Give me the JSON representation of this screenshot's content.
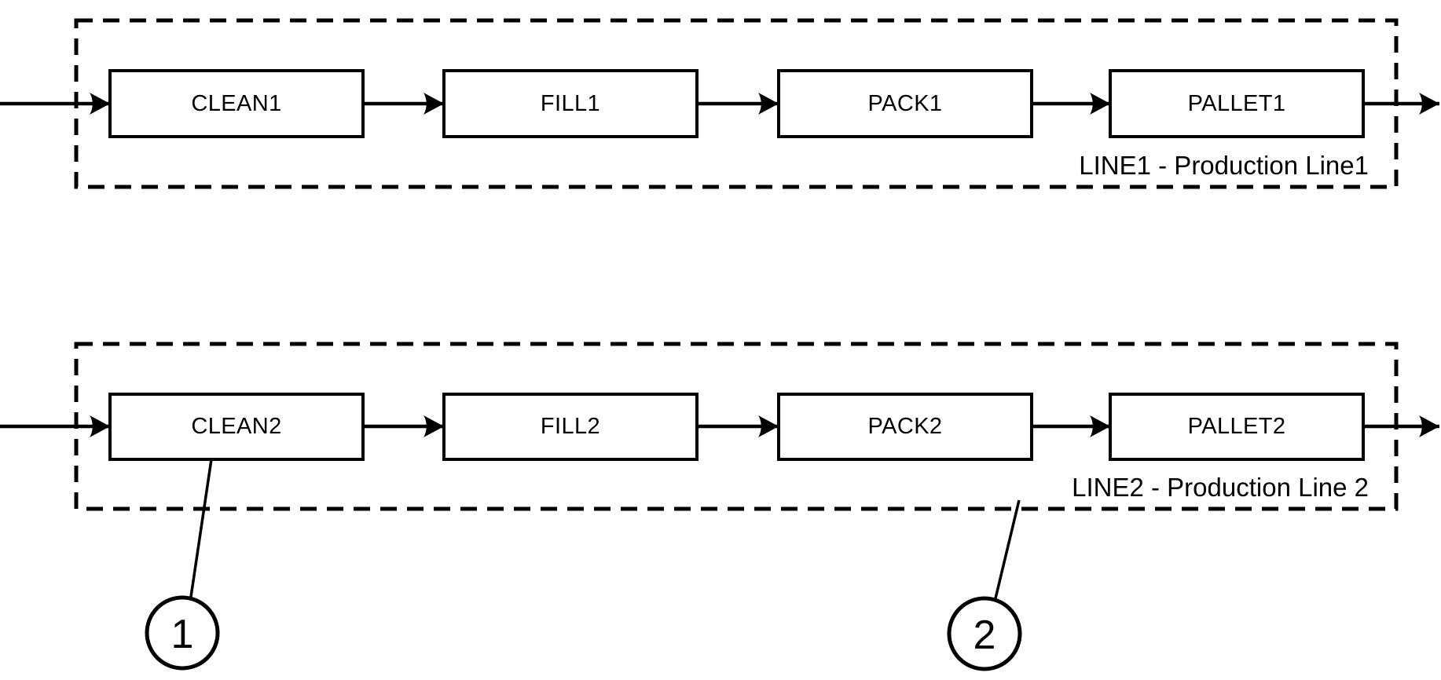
{
  "diagram": {
    "type": "production-flow-diagram",
    "colors": {
      "stroke": "#000000",
      "background": "#ffffff"
    },
    "lines": [
      {
        "label": "LINE1 - Production Line1",
        "stations": [
          "CLEAN1",
          "FILL1",
          "PACK1",
          "PALLET1"
        ]
      },
      {
        "label": "LINE2 - Production Line 2",
        "stations": [
          "CLEAN2",
          "FILL2",
          "PACK2",
          "PALLET2"
        ]
      }
    ],
    "callouts": [
      {
        "number": "1",
        "points_to": "CLEAN2 box"
      },
      {
        "number": "2",
        "points_to": "LINE2 dashed boundary"
      }
    ]
  }
}
